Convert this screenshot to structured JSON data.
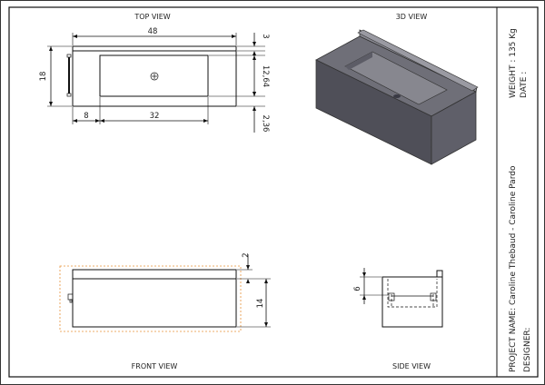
{
  "views": {
    "top": "TOP VIEW",
    "iso": "3D VIEW",
    "front": "FRONT VIEW",
    "side": "SIDE VIEW"
  },
  "dims": {
    "top_width": "48",
    "top_depth": "18",
    "top_lip": "3",
    "top_basin": "12,64",
    "top_margin": "2,36",
    "top_offset": "8",
    "top_basin_len": "32",
    "front_lip": "2",
    "front_height": "14",
    "side_depth": "6"
  },
  "title_block": {
    "weight": "WEIGHT : 135 Kg",
    "date": "DATE :",
    "project": "PROJECT NAME: Caroline Thebaud - Caroline Pardo",
    "designer": "DESIGNER:"
  },
  "colors": {
    "iso_top": "#6f6f78",
    "iso_front": "#4f4f58",
    "iso_side": "#5f5f69",
    "iso_basin": "#87878f",
    "hidden_envelope": "#e69138"
  }
}
